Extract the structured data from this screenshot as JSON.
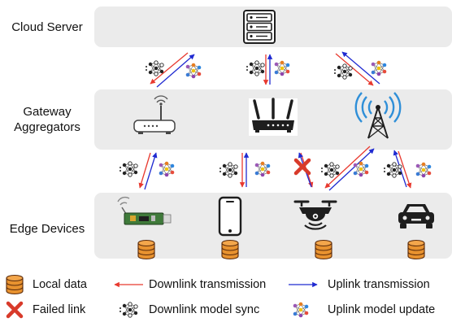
{
  "tiers": {
    "cloud": {
      "label": "Cloud Server"
    },
    "gateway": {
      "label_line1": "Gateway",
      "label_line2": "Aggregators"
    },
    "edge": {
      "label": "Edge Devices"
    }
  },
  "gateways": [
    {
      "kind": "wifi-router"
    },
    {
      "kind": "antenna-router"
    },
    {
      "kind": "cell-tower"
    }
  ],
  "devices": [
    {
      "kind": "iot-sensor-board"
    },
    {
      "kind": "smartphone"
    },
    {
      "kind": "drone"
    },
    {
      "kind": "car"
    }
  ],
  "links": {
    "cloud_to_gateway": [
      {
        "gateway": 0,
        "status": "ok"
      },
      {
        "gateway": 1,
        "status": "ok"
      },
      {
        "gateway": 2,
        "status": "ok"
      }
    ],
    "gateway_to_device": [
      {
        "gateway": 0,
        "device": 0,
        "status": "ok"
      },
      {
        "gateway": 1,
        "device": 1,
        "status": "ok"
      },
      {
        "gateway": 1,
        "device": 2,
        "status": "failed"
      },
      {
        "gateway": 2,
        "device": 2,
        "status": "ok"
      },
      {
        "gateway": 2,
        "device": 3,
        "status": "ok"
      }
    ]
  },
  "legend": {
    "local_data": "Local data",
    "downlink_transmission": "Downlink transmission",
    "uplink_transmission": "Uplink transmission",
    "failed_link": "Failed link",
    "downlink_model_sync": "Downlink model sync",
    "uplink_model_update": "Uplink model update"
  },
  "colors": {
    "panel": "#ebebeb",
    "downlink": "#e8392f",
    "uplink": "#1f2ad1",
    "failed": "#d83a2a",
    "database_fill": "#e8922f",
    "database_stroke": "#5a2a0a",
    "icon_dark": "#1e1e1e"
  }
}
